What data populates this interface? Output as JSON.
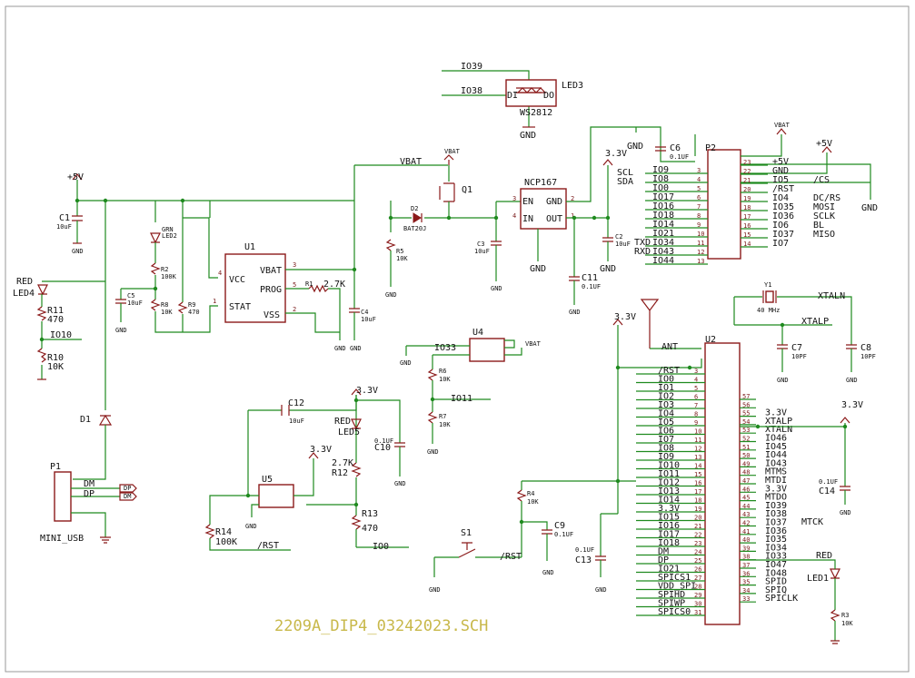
{
  "title": "2209A_DIP4_03242023.SCH",
  "labels": {
    "io39": "IO39",
    "io38": "IO38",
    "led3": "LED3",
    "di": "DI",
    "do": "DO",
    "ws2812": "WS2812",
    "gnd": "GND",
    "vbat": "VBAT",
    "v33": "3.3V",
    "p5v": "+5V",
    "c6": "C6",
    "uf01": "0.1UF",
    "p2": "P2",
    "q1": "Q1",
    "ncp167": "NCP167",
    "en": "EN",
    "in": "IN",
    "out": "OUT",
    "d2": "D2",
    "bat20j": "BAT20J",
    "r5": "R5",
    "k10": "10K",
    "c3": "C3",
    "uf10": "10uF",
    "c2": "C2",
    "c11": "C11",
    "uf01b": "0.1UF",
    "c1": "C1",
    "grn": "GRN",
    "led2": "LED2",
    "r2": "R2",
    "k100": "100K",
    "r8": "R8",
    "r9": "R9",
    "o470": "470",
    "c5": "C5",
    "u1": "U1",
    "vcc": "VCC",
    "stat": "STAT",
    "vbatp": "VBAT",
    "prog": "PROG",
    "vss": "VSS",
    "r1": "R1",
    "k27": "2.7K",
    "c4": "C4",
    "red": "RED",
    "led4": "LED4",
    "r11": "R11",
    "io10": "IO10",
    "r10": "R10",
    "d1": "D1",
    "p1": "P1",
    "dm": "DM",
    "dp": "DP",
    "miniusb": "MINI_USB",
    "u4": "U4",
    "io33": "IO33",
    "r6": "R6",
    "r7": "R7",
    "io11": "IO11",
    "c12": "C12",
    "uf10b": "10uF",
    "led5": "LED5",
    "c10": "C10",
    "r12": "R12",
    "u5": "U5",
    "r13": "R13",
    "r14": "R14",
    "rst": "/RST",
    "io0": "IO0",
    "r4": "R4",
    "c9": "C9",
    "c13": "C13",
    "s1": "S1",
    "ant": "ANT",
    "u2": "U2",
    "y1": "Y1",
    "mhz": "40 MHz",
    "xtaln": "XTALN",
    "xtalp": "XTALP",
    "c7": "C7",
    "c8": "C8",
    "pf10": "10PF",
    "c14": "C14",
    "led1": "LED1",
    "r3": "R3",
    "scl": "SCL",
    "sda": "SDA",
    "txd": "TXD",
    "rxd": "RXD",
    "mtck": "MTCK"
  },
  "p2_left": [
    {
      "pin": "3",
      "sig": "IO9"
    },
    {
      "pin": "4",
      "sig": "IO8"
    },
    {
      "pin": "5",
      "sig": "IO0"
    },
    {
      "pin": "6",
      "sig": "IO17"
    },
    {
      "pin": "7",
      "sig": "IO16"
    },
    {
      "pin": "8",
      "sig": "IO18"
    },
    {
      "pin": "9",
      "sig": "IO14"
    },
    {
      "pin": "10",
      "sig": "IO21"
    },
    {
      "pin": "11",
      "sig": "IO34"
    },
    {
      "pin": "12",
      "sig": "IO43"
    },
    {
      "pin": "13",
      "sig": "IO44"
    }
  ],
  "p2_right": [
    {
      "pin": "23",
      "sig": "+5V"
    },
    {
      "pin": "22",
      "sig": "GND"
    },
    {
      "pin": "21",
      "sig": "IO5"
    },
    {
      "pin": "20",
      "sig": "/RST"
    },
    {
      "pin": "19",
      "sig": "IO4"
    },
    {
      "pin": "18",
      "sig": "IO35"
    },
    {
      "pin": "17",
      "sig": "IO36"
    },
    {
      "pin": "16",
      "sig": "IO6"
    },
    {
      "pin": "15",
      "sig": "IO37"
    },
    {
      "pin": "14",
      "sig": "IO7"
    }
  ],
  "p2_right_fn": [
    "",
    "",
    "/CS",
    "",
    "DC/RS",
    "MOSI",
    "SCLK",
    "BL",
    "MISO",
    ""
  ],
  "u2_left": [
    {
      "pin": "3",
      "sig": "/RST"
    },
    {
      "pin": "4",
      "sig": "IO0"
    },
    {
      "pin": "5",
      "sig": "IO1"
    },
    {
      "pin": "6",
      "sig": "IO2"
    },
    {
      "pin": "7",
      "sig": "IO3"
    },
    {
      "pin": "8",
      "sig": "IO4"
    },
    {
      "pin": "9",
      "sig": "IO5"
    },
    {
      "pin": "10",
      "sig": "IO6"
    },
    {
      "pin": "11",
      "sig": "IO7"
    },
    {
      "pin": "12",
      "sig": "IO8"
    },
    {
      "pin": "13",
      "sig": "IO9"
    },
    {
      "pin": "14",
      "sig": "IO10"
    },
    {
      "pin": "15",
      "sig": "IO11"
    },
    {
      "pin": "16",
      "sig": "IO12"
    },
    {
      "pin": "17",
      "sig": "IO13"
    },
    {
      "pin": "18",
      "sig": "IO14"
    },
    {
      "pin": "19",
      "sig": "3.3V"
    },
    {
      "pin": "20",
      "sig": "IO15"
    },
    {
      "pin": "21",
      "sig": "IO16"
    },
    {
      "pin": "22",
      "sig": "IO17"
    },
    {
      "pin": "23",
      "sig": "IO18"
    },
    {
      "pin": "24",
      "sig": "DM"
    },
    {
      "pin": "25",
      "sig": "DP"
    },
    {
      "pin": "26",
      "sig": "IO21"
    },
    {
      "pin": "27",
      "sig": "SPICS1"
    },
    {
      "pin": "28",
      "sig": "VDD_SPI"
    },
    {
      "pin": "29",
      "sig": "SPIHD"
    },
    {
      "pin": "30",
      "sig": "SPIWP"
    },
    {
      "pin": "31",
      "sig": "SPICS0"
    }
  ],
  "u2_right": [
    {
      "pin": "57",
      "sig": ""
    },
    {
      "pin": "56",
      "sig": ""
    },
    {
      "pin": "55",
      "sig": "3.3V"
    },
    {
      "pin": "54",
      "sig": "XTALP"
    },
    {
      "pin": "53",
      "sig": "XTALN"
    },
    {
      "pin": "52",
      "sig": "IO46"
    },
    {
      "pin": "51",
      "sig": "IO45"
    },
    {
      "pin": "50",
      "sig": "IO44"
    },
    {
      "pin": "49",
      "sig": "IO43"
    },
    {
      "pin": "48",
      "sig": "MTMS"
    },
    {
      "pin": "47",
      "sig": "MTDI"
    },
    {
      "pin": "46",
      "sig": "3.3V"
    },
    {
      "pin": "45",
      "sig": "MTDO"
    },
    {
      "pin": "44",
      "sig": "IO39"
    },
    {
      "pin": "43",
      "sig": "IO38"
    },
    {
      "pin": "42",
      "sig": "IO37"
    },
    {
      "pin": "41",
      "sig": "IO36"
    },
    {
      "pin": "40",
      "sig": "IO35"
    },
    {
      "pin": "39",
      "sig": "IO34"
    },
    {
      "pin": "38",
      "sig": "IO33"
    },
    {
      "pin": "37",
      "sig": "IO47"
    },
    {
      "pin": "36",
      "sig": "IO48"
    },
    {
      "pin": "35",
      "sig": "SPID"
    },
    {
      "pin": "34",
      "sig": "SPIQ"
    },
    {
      "pin": "33",
      "sig": "SPICLK"
    }
  ]
}
